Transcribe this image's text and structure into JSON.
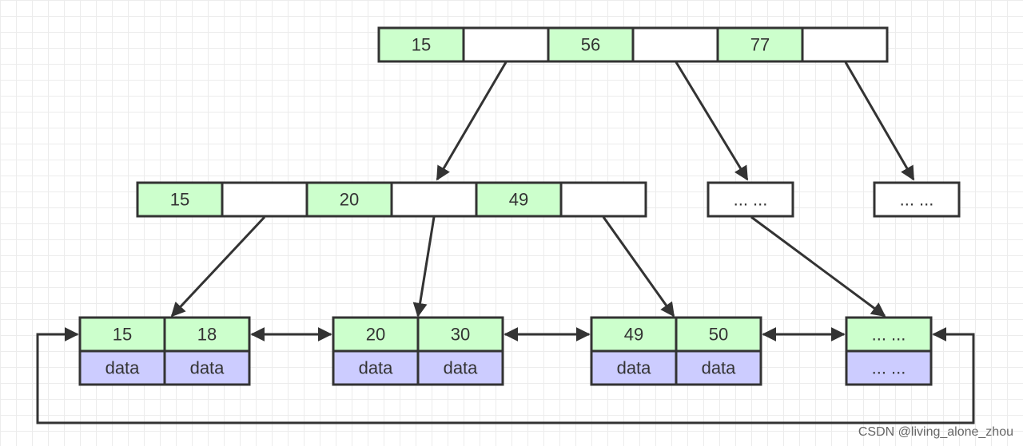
{
  "root": {
    "keys": [
      "15",
      "56",
      "77"
    ]
  },
  "internal": {
    "keys": [
      "15",
      "20",
      "49"
    ],
    "placeholder_nodes": [
      "... ...",
      "... ..."
    ]
  },
  "leaves": [
    {
      "keys": [
        "15",
        "18"
      ],
      "data": [
        "data",
        "data"
      ]
    },
    {
      "keys": [
        "20",
        "30"
      ],
      "data": [
        "data",
        "data"
      ]
    },
    {
      "keys": [
        "49",
        "50"
      ],
      "data": [
        "data",
        "data"
      ]
    },
    {
      "keys": [
        "... ..."
      ],
      "data": [
        "... ..."
      ]
    }
  ],
  "watermark": "CSDN @living_alone_zhou",
  "colors": {
    "key_fill": "#ccffcc",
    "pointer_fill": "#ffffff",
    "data_fill": "#ccccff",
    "stroke": "#333333"
  }
}
